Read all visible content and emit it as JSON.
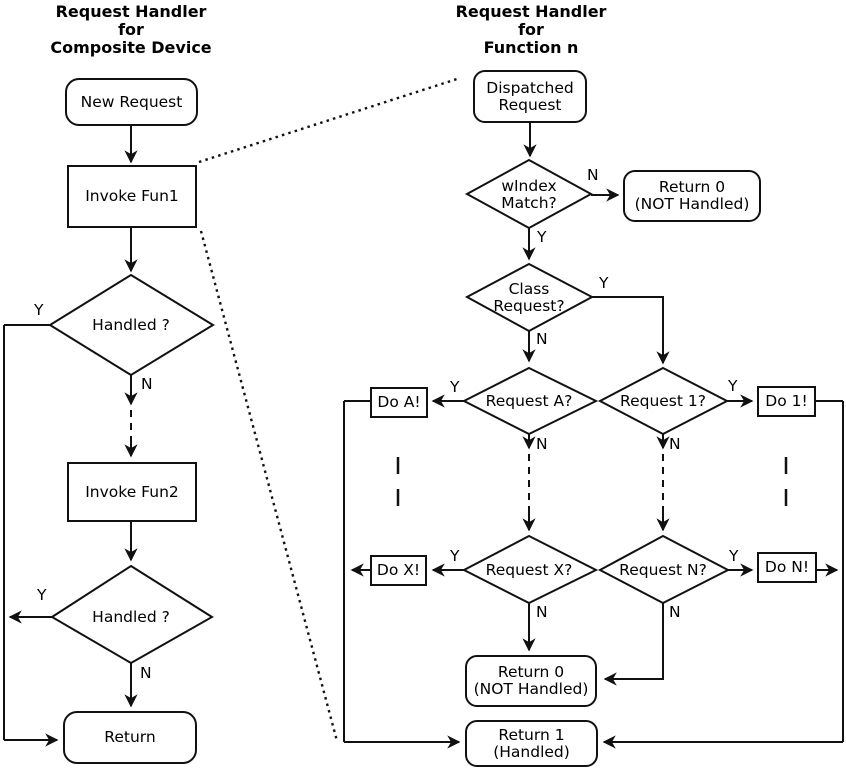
{
  "colors": {
    "line": "#111111",
    "text": "#000000",
    "background": "#ffffff"
  },
  "left_chart": {
    "title_lines": [
      "Request Handler",
      "for",
      "Composite Device"
    ],
    "new_request": "New Request",
    "invoke_fun1": "Invoke Fun1",
    "handled_1": "Handled ?",
    "invoke_fun2": "Invoke Fun2",
    "handled_2": "Handled ?",
    "return": "Return",
    "yes": "Y",
    "no": "N"
  },
  "right_chart": {
    "title_lines": [
      "Request Handler",
      "for",
      "Function n"
    ],
    "dispatched_request": [
      "Dispatched",
      "Request"
    ],
    "windex_match": [
      "wIndex",
      "Match?"
    ],
    "return0_top": [
      "Return 0",
      "(NOT Handled)"
    ],
    "class_request": [
      "Class",
      "Request?"
    ],
    "request_a": "Request A?",
    "request_1": "Request 1?",
    "do_a": "Do A!",
    "do_1": "Do 1!",
    "request_x": "Request X?",
    "request_n": "Request N?",
    "do_x": "Do X!",
    "do_n": "Do N!",
    "return0_bottom": [
      "Return 0",
      "(NOT Handled)"
    ],
    "return1": [
      "Return 1",
      "(Handled)"
    ],
    "yes": "Y",
    "no": "N"
  }
}
